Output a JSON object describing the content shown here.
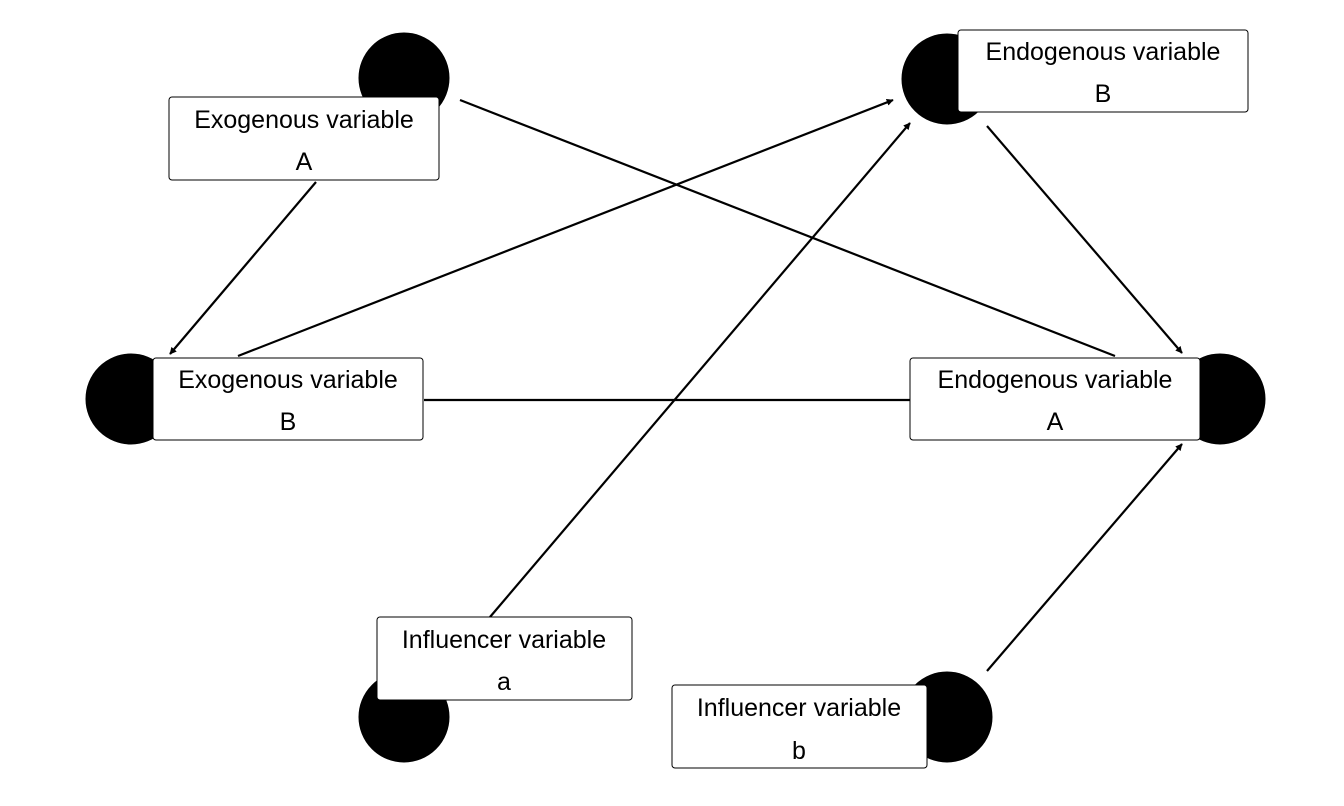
{
  "diagram": {
    "nodes": [
      {
        "id": "exoA",
        "line1": "Exogenous variable",
        "line2": "A"
      },
      {
        "id": "exoB",
        "line1": "Exogenous variable",
        "line2": "B"
      },
      {
        "id": "endoA",
        "line1": "Endogenous variable",
        "line2": "A"
      },
      {
        "id": "endoB",
        "line1": "Endogenous variable",
        "line2": "B"
      },
      {
        "id": "infA",
        "line1": "Influencer variable",
        "line2": "a"
      },
      {
        "id": "infB",
        "line1": "Influencer variable",
        "line2": "b"
      }
    ],
    "edges": [
      {
        "from": "exoA",
        "to": "exoB",
        "arrow": true
      },
      {
        "from": "exoA",
        "to": "endoA",
        "arrow": false
      },
      {
        "from": "exoB",
        "to": "endoB",
        "arrow": true
      },
      {
        "from": "exoB",
        "to": "endoA",
        "arrow": false
      },
      {
        "from": "infA",
        "to": "endoB",
        "arrow": true
      },
      {
        "from": "endoB",
        "to": "endoA",
        "arrow": true
      },
      {
        "from": "infB",
        "to": "endoA",
        "arrow": true
      }
    ]
  }
}
